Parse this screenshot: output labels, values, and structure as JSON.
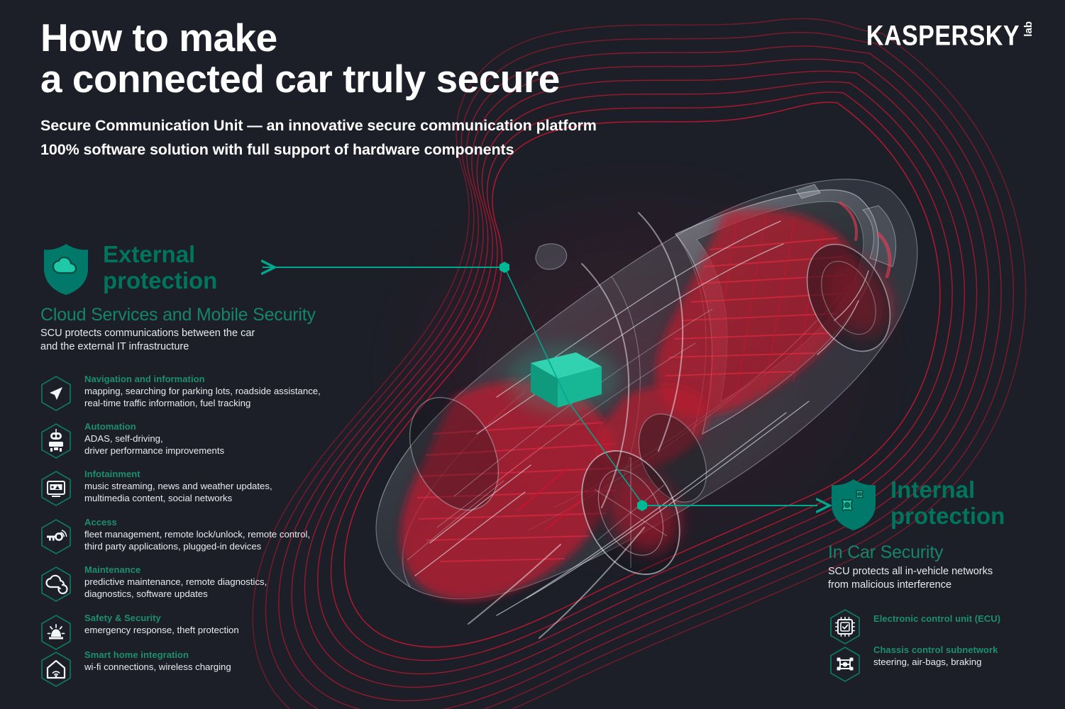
{
  "brand": {
    "logo_word": "KASPERSKY",
    "logo_suffix": "lab",
    "accent_teal": "#00a88e",
    "accent_dark_teal": "#00755e",
    "accent_mid_teal": "#15846a",
    "accent_label_teal": "#1c8f6e",
    "background": "#1c1f28",
    "car_red": "#c0182f"
  },
  "header": {
    "title_line1": "How to make",
    "title_line2": "a connected car truly secure",
    "subtitle_line1": "Secure Communication Unit — an innovative secure communication platform",
    "subtitle_line2": "100% software solution with full support of hardware components"
  },
  "external": {
    "shield_icon": "shield-cloud-icon",
    "title": "External\nprotection",
    "subtitle": "Cloud Services and Mobile Security",
    "description": "SCU protects communications between the car\nand the external IT infrastructure",
    "features": [
      {
        "icon": "navigation-arrow-icon",
        "title": "Navigation and information",
        "body": "mapping, searching for parking lots, roadside assistance,\nreal-time traffic information, fuel tracking"
      },
      {
        "icon": "robot-icon",
        "title": "Automation",
        "body": "ADAS, self-driving,\ndriver performance improvements"
      },
      {
        "icon": "media-screen-icon",
        "title": "Infotainment",
        "body": "music streaming, news and weather updates,\nmultimedia content, social networks"
      },
      {
        "icon": "key-wireless-icon",
        "title": "Access",
        "body": "fleet management, remote lock/unlock, remote control,\nthird party applications, plugged-in devices"
      },
      {
        "icon": "cloud-refresh-icon",
        "title": "Maintenance",
        "body": "predictive maintenance, remote diagnostics,\ndiagnostics, software updates"
      },
      {
        "icon": "alarm-siren-icon",
        "title": "Safety & Security",
        "body": "emergency response, theft protection"
      },
      {
        "icon": "smart-home-wifi-icon",
        "title": "Smart home integration",
        "body": "wi-fi connections, wireless charging"
      }
    ]
  },
  "internal": {
    "shield_icon": "shield-gears-icon",
    "title": "Internal\nprotection",
    "subtitle": "In Car Security",
    "description": "SCU protects all in-vehicle networks\nfrom malicious interference",
    "features": [
      {
        "icon": "cpu-chip-check-icon",
        "title": "Electronic control unit (ECU)",
        "body": ""
      },
      {
        "icon": "network-nodes-icon",
        "title": "Chassis control subnetwork",
        "body": "steering, air-bags, braking"
      }
    ]
  },
  "diagram": {
    "scu_unit_label": "secure-communication-unit-box",
    "external_connector": "external-protection-connector",
    "internal_connector": "internal-protection-connector",
    "vehicle": "connected-car-xray-illustration"
  }
}
